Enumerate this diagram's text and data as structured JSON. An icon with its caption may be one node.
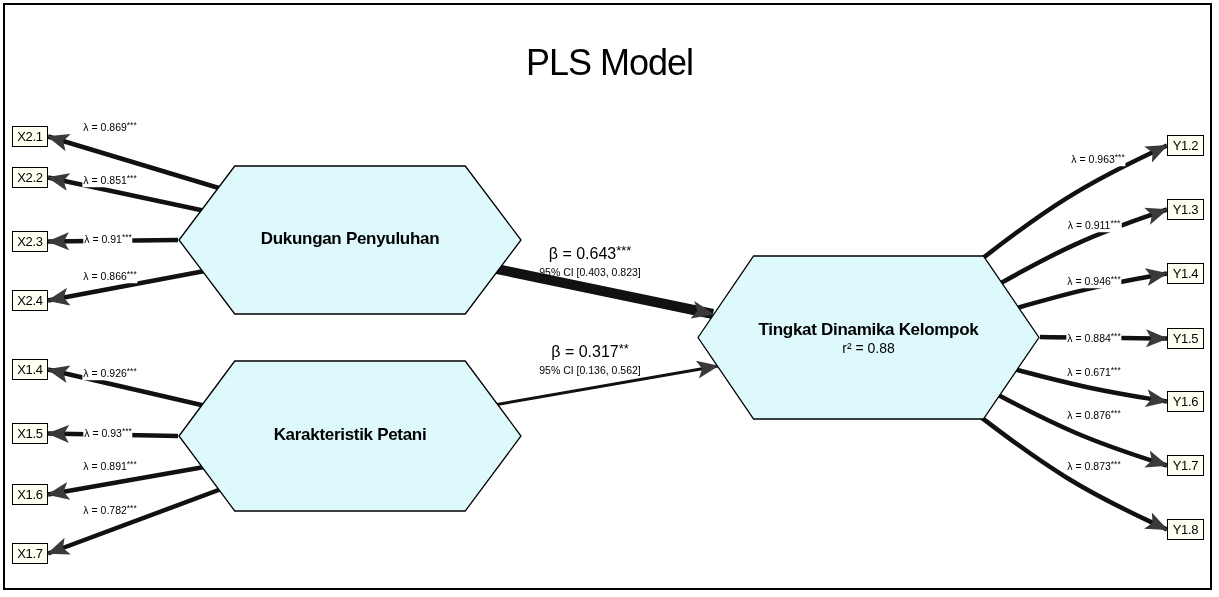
{
  "diagram": {
    "title": "PLS Model",
    "nodes": [
      {
        "text": [
          "X2.1"
        ]
      },
      {
        "text": [
          "X2.2"
        ]
      },
      {
        "text": [
          "X2.3"
        ]
      },
      {
        "text": [
          "X2.4"
        ]
      },
      {
        "text": [
          "X1.4"
        ]
      },
      {
        "text": [
          "X1.5"
        ]
      },
      {
        "text": [
          "X1.6"
        ]
      },
      {
        "text": [
          "X1.7"
        ]
      },
      {
        "text": [
          "Dukungan Penyuluhan"
        ]
      },
      {
        "text": [
          "Karakteristik Petani"
        ]
      },
      {
        "text": [
          "Tingkat Dinamika Kelompok",
          "r² = 0.88"
        ]
      },
      {
        "text": [
          "Y1.2"
        ]
      },
      {
        "text": [
          "Y1.3"
        ]
      },
      {
        "text": [
          "Y1.4"
        ]
      },
      {
        "text": [
          "Y1.5"
        ]
      },
      {
        "text": [
          "Y1.6"
        ]
      },
      {
        "text": [
          "Y1.7"
        ]
      },
      {
        "text": [
          "Y1.8"
        ]
      }
    ],
    "edges": [
      {
        "from": 8,
        "to": 0,
        "arrow": "to",
        "label": "λ = 0.869$^{***}$"
      },
      {
        "from": 8,
        "to": 1,
        "arrow": "to",
        "label": "λ = 0.851$^{***}$"
      },
      {
        "from": 8,
        "to": 2,
        "arrow": "to",
        "label": "λ = 0.91$^{***}$"
      },
      {
        "from": 8,
        "to": 3,
        "arrow": "to",
        "label": "λ = 0.866$^{***}$"
      },
      {
        "from": 9,
        "to": 4,
        "arrow": "to",
        "label": "λ = 0.926$^{***}$"
      },
      {
        "from": 9,
        "to": 5,
        "arrow": "to",
        "label": "λ = 0.93$^{***}$"
      },
      {
        "from": 9,
        "to": 6,
        "arrow": "to",
        "label": "λ = 0.891$^{***}$"
      },
      {
        "from": 9,
        "to": 7,
        "arrow": "to",
        "label": "λ = 0.782$^{***}$"
      },
      {
        "from": 8,
        "to": 10,
        "arrow": "to",
        "label": "β = 0.643$^{***}$",
        "style": "thick"
      },
      {
        "from": 9,
        "to": 10,
        "arrow": "to",
        "label": "β = 0.317$^{**}$"
      },
      {
        "from": 10,
        "to": 11,
        "arrow": "to",
        "label": "λ = 0.963$^{***}$"
      },
      {
        "from": 10,
        "to": 12,
        "arrow": "to",
        "label": "λ = 0.911$^{***}$"
      },
      {
        "from": 10,
        "to": 13,
        "arrow": "to",
        "label": "λ = 0.946$^{***}$"
      },
      {
        "from": 10,
        "to": 14,
        "arrow": "to",
        "label": "λ = 0.884$^{***}$"
      },
      {
        "from": 10,
        "to": 15,
        "arrow": "to",
        "label": "λ = 0.671$^{***}$"
      },
      {
        "from": 10,
        "to": 16,
        "arrow": "to",
        "label": "λ = 0.876$^{***}$"
      },
      {
        "from": 10,
        "to": 17,
        "arrow": "to",
        "label": "λ = 0.873$^{***}$"
      }
    ],
    "labels": [
      "95% CI [0.403, 0.823]",
      "95% CI [0.136, 0.562]"
    ]
  }
}
